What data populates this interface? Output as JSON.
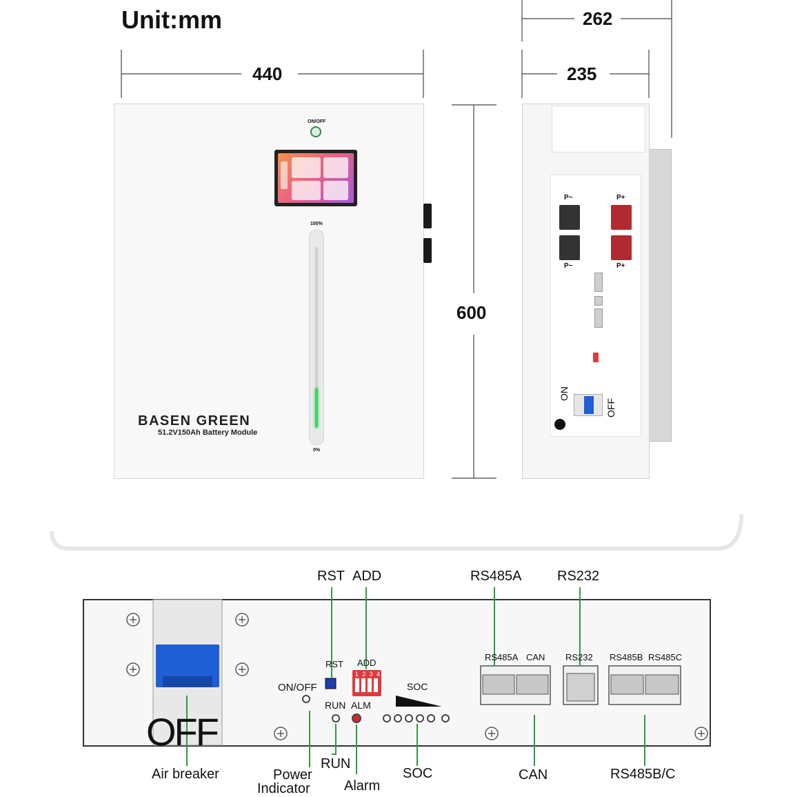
{
  "header": {
    "unit": "Unit:mm"
  },
  "dimensions": {
    "width": "440",
    "height": "600",
    "depth_total": "262",
    "depth_body": "235"
  },
  "front_panel": {
    "power_label": "ON/OFF",
    "brand": "BASEN GREEN",
    "model": "51.2V150Ah Battery Module",
    "soc_top_label": "100%",
    "soc_bottom_label": "0%",
    "soc_level": 0.22
  },
  "side_panel": {
    "p_minus_top": "P−",
    "p_minus_bottom": "P−",
    "p_plus_top": "P+",
    "p_plus_bottom": "P+",
    "switch_on": "ON",
    "switch_off": "OFF"
  },
  "detail_panel": {
    "breaker_state": "OFF",
    "onoff_label": "ON/OFF",
    "rst_label": "RST",
    "add_label": "ADD",
    "dip_numbers": [
      "1",
      "2",
      "3",
      "4"
    ],
    "run_label": "RUN",
    "alm_label": "ALM",
    "soc_label": "SOC",
    "port_rs485a": "RS485A",
    "port_can": "CAN",
    "port_rs232": "RS232",
    "port_rs485b": "RS485B",
    "port_rs485c": "RS485C"
  },
  "callouts": {
    "rst": "RST",
    "add": "ADD",
    "rs485a": "RS485A",
    "rs232": "RS232",
    "air_breaker": "Air breaker",
    "power_indicator_1": "Power",
    "power_indicator_2": "Indicator",
    "run": "RUN",
    "alarm": "Alarm",
    "soc": "SOC",
    "can": "CAN",
    "rs485bc": "RS485B/C"
  },
  "colors": {
    "callout_line": "#2e9b3e",
    "breaker_blue": "#1f5fd6",
    "alarm_red": "#d8262a",
    "dip_red": "#e03a3a",
    "terminal_red": "#b02a30",
    "soc_green": "#3fd35c"
  }
}
